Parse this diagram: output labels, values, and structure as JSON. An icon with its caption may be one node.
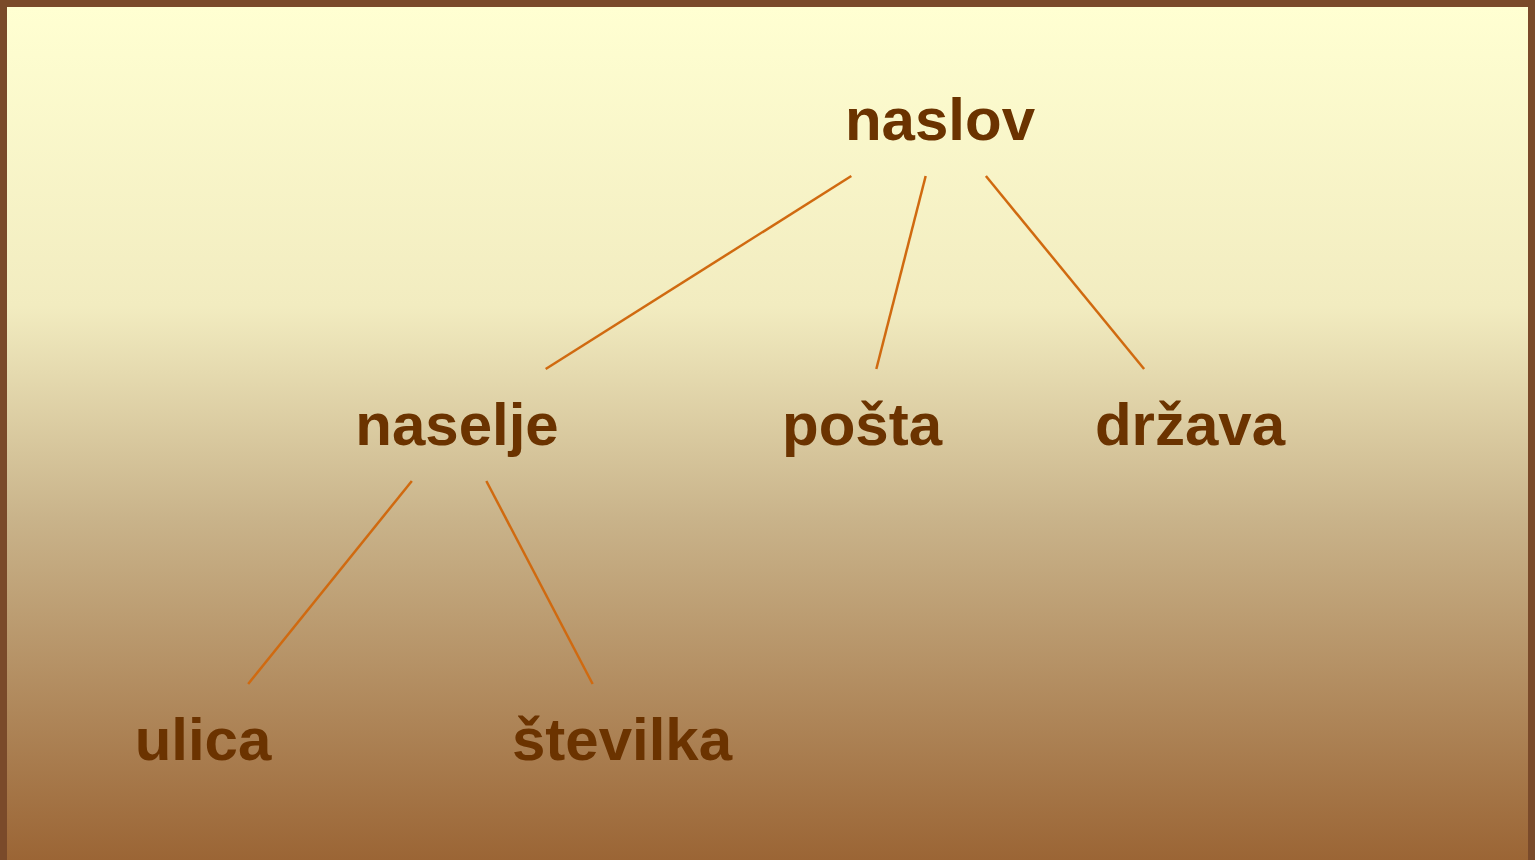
{
  "diagram": {
    "nodes": [
      {
        "text": [
          "naslov"
        ]
      },
      {
        "text": [
          "naselje"
        ]
      },
      {
        "text": [
          "pošta"
        ]
      },
      {
        "text": [
          "država"
        ]
      },
      {
        "text": [
          "ulica"
        ]
      },
      {
        "text": [
          "številka"
        ]
      }
    ],
    "edges": [
      {
        "from": 0,
        "to": 1,
        "arrow": "none"
      },
      {
        "from": 0,
        "to": 2,
        "arrow": "none"
      },
      {
        "from": 0,
        "to": 3,
        "arrow": "none"
      },
      {
        "from": 1,
        "to": 4,
        "arrow": "none"
      },
      {
        "from": 1,
        "to": 5,
        "arrow": "none"
      }
    ]
  }
}
